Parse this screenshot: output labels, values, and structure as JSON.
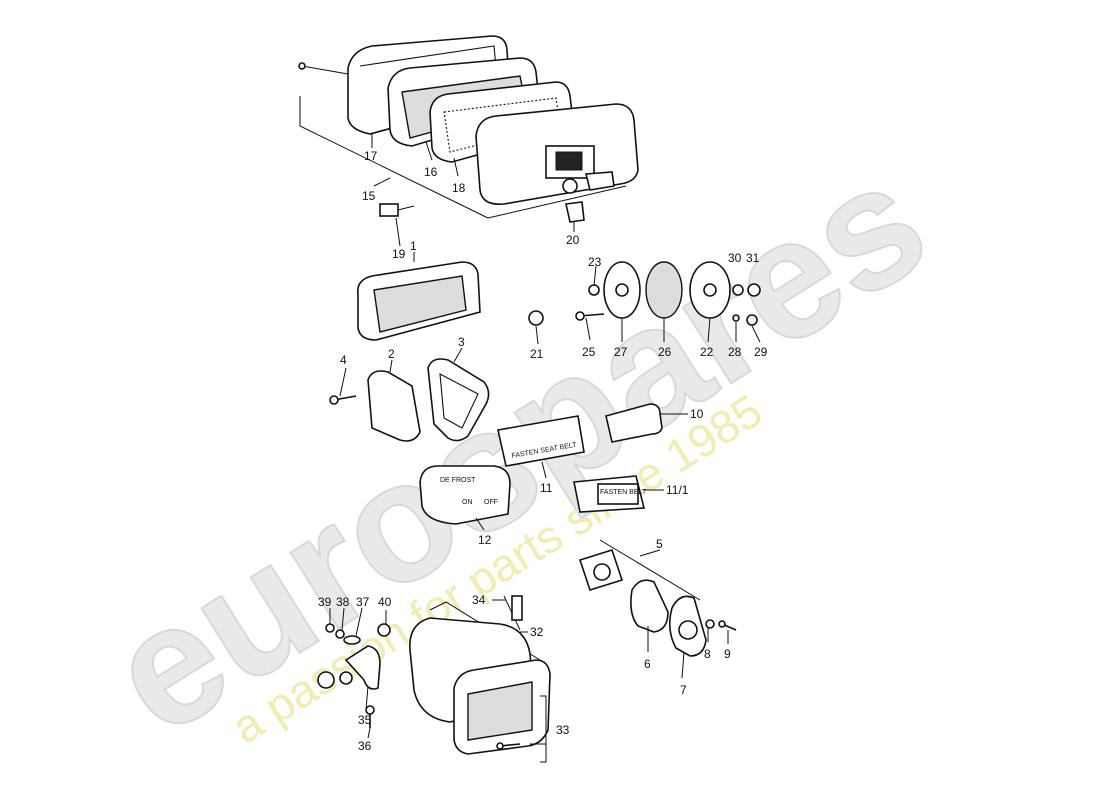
{
  "watermark": {
    "brand": "eurospares",
    "slogan": "a passion for parts since 1985"
  },
  "part_labels": {
    "fasten_seat_belt": "FASTEN SEAT BELT",
    "defrost": "DE FROST",
    "defrost_on": "ON",
    "defrost_off": "OFF",
    "fasten_belt_small": "FASTEN BELT"
  },
  "callouts": [
    {
      "id": "c17",
      "label": "17"
    },
    {
      "id": "c16",
      "label": "16"
    },
    {
      "id": "c18",
      "label": "18"
    },
    {
      "id": "c15",
      "label": "15"
    },
    {
      "id": "c20",
      "label": "20"
    },
    {
      "id": "c19",
      "label": "19"
    },
    {
      "id": "c1",
      "label": "1"
    },
    {
      "id": "c23",
      "label": "23"
    },
    {
      "id": "c30",
      "label": "30"
    },
    {
      "id": "c31",
      "label": "31"
    },
    {
      "id": "c21",
      "label": "21"
    },
    {
      "id": "c25",
      "label": "25"
    },
    {
      "id": "c27",
      "label": "27"
    },
    {
      "id": "c26",
      "label": "26"
    },
    {
      "id": "c22",
      "label": "22"
    },
    {
      "id": "c28",
      "label": "28"
    },
    {
      "id": "c29",
      "label": "29"
    },
    {
      "id": "c4",
      "label": "4"
    },
    {
      "id": "c2",
      "label": "2"
    },
    {
      "id": "c3",
      "label": "3"
    },
    {
      "id": "c10",
      "label": "10"
    },
    {
      "id": "c11",
      "label": "11"
    },
    {
      "id": "c11_1",
      "label": "11/1"
    },
    {
      "id": "c12",
      "label": "12"
    },
    {
      "id": "c5",
      "label": "5"
    },
    {
      "id": "c39",
      "label": "39"
    },
    {
      "id": "c38",
      "label": "38"
    },
    {
      "id": "c37",
      "label": "37"
    },
    {
      "id": "c40",
      "label": "40"
    },
    {
      "id": "c34",
      "label": "34"
    },
    {
      "id": "c32",
      "label": "32"
    },
    {
      "id": "c6",
      "label": "6"
    },
    {
      "id": "c8",
      "label": "8"
    },
    {
      "id": "c9",
      "label": "9"
    },
    {
      "id": "c7",
      "label": "7"
    },
    {
      "id": "c35",
      "label": "35"
    },
    {
      "id": "c36",
      "label": "36"
    },
    {
      "id": "c33",
      "label": "33"
    }
  ]
}
